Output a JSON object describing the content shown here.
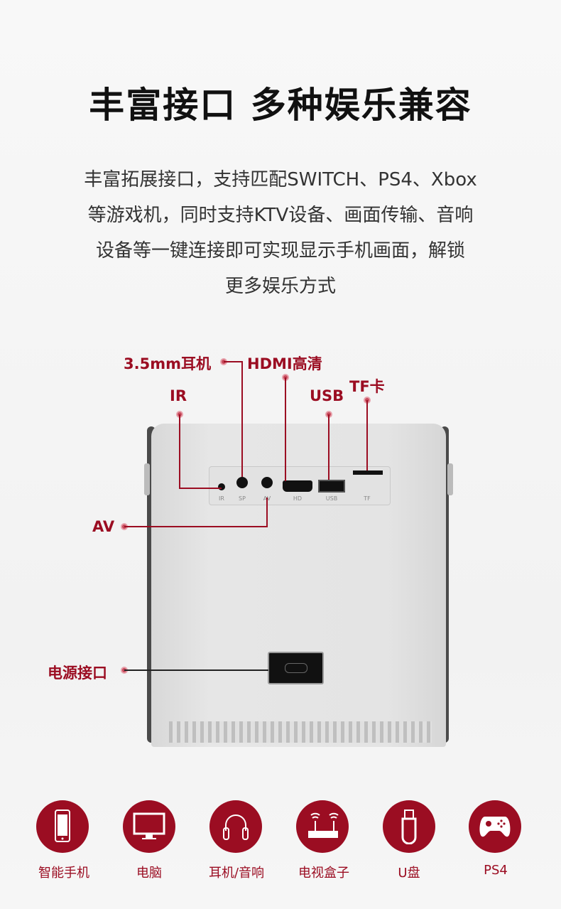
{
  "title": "丰富接口 多种娱乐兼容",
  "description": [
    "丰富拓展接口，支持匹配SWITCH、PS4、Xbox",
    "等游戏机，同时支持KTV设备、画面传输、音响",
    "设备等一键连接即可实现显示手机画面，解锁",
    "更多娱乐方式"
  ],
  "callouts": {
    "headphone": "3.5mm耳机",
    "hdmi": "HDMI高清",
    "ir": "IR",
    "usb": "USB",
    "tf": "TF卡",
    "av": "AV",
    "power": "电源接口"
  },
  "panel_labels": {
    "ir": "IR",
    "sp": "SP",
    "av": "AV",
    "hd": "HD",
    "usb": "USB",
    "tf": "TF"
  },
  "devices": [
    {
      "label": "智能手机",
      "icon": "smartphone-icon"
    },
    {
      "label": "电脑",
      "icon": "monitor-icon"
    },
    {
      "label": "耳机/音响",
      "icon": "headphones-icon"
    },
    {
      "label": "电视盒子",
      "icon": "router-icon"
    },
    {
      "label": "U盘",
      "icon": "usb-drive-icon"
    },
    {
      "label": "PS4",
      "icon": "gamepad-icon"
    }
  ],
  "colors": {
    "accent": "#9b0d22"
  }
}
